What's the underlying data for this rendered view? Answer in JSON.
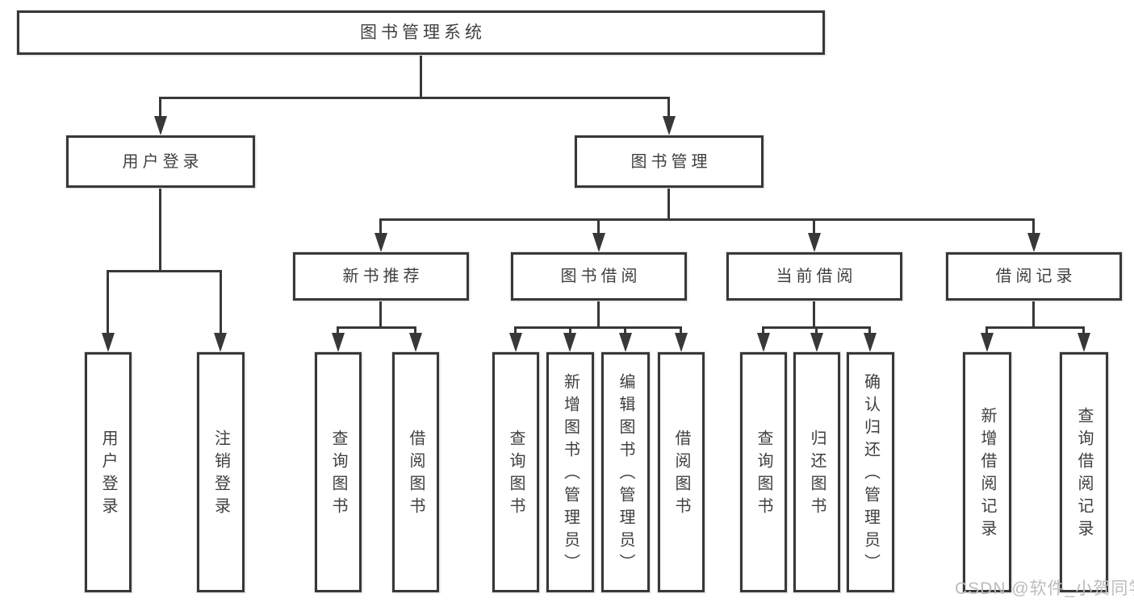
{
  "diagram": {
    "root": {
      "label": "图书管理系统"
    },
    "branches": [
      {
        "label": "用户登录",
        "children": [
          {
            "label": "用户登录"
          },
          {
            "label": "注销登录"
          }
        ]
      },
      {
        "label": "图书管理",
        "children": [
          {
            "label": "新书推荐",
            "children": [
              {
                "label": "查询图书"
              },
              {
                "label": "借阅图书"
              }
            ]
          },
          {
            "label": "图书借阅",
            "children": [
              {
                "label": "查询图书"
              },
              {
                "label": "新增图书（管理员）"
              },
              {
                "label": "编辑图书（管理员）"
              },
              {
                "label": "借阅图书"
              }
            ]
          },
          {
            "label": "当前借阅",
            "children": [
              {
                "label": "查询图书"
              },
              {
                "label": "归还图书"
              },
              {
                "label": "确认归还（管理员）"
              }
            ]
          },
          {
            "label": "借阅记录",
            "children": [
              {
                "label": "新增借阅记录"
              },
              {
                "label": "查询借阅记录"
              }
            ]
          }
        ]
      }
    ]
  },
  "colors": {
    "line": "#383838",
    "text": "#3f3f3f",
    "background": "#ffffff",
    "watermark": "#bcbcbc"
  },
  "watermark": {
    "text": "CSDN @软件_小贺同学"
  }
}
